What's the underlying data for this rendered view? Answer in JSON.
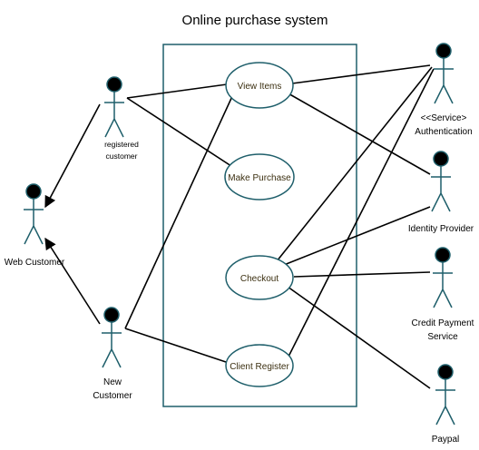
{
  "title": "Online purchase system",
  "colors": {
    "boundary": "#1f5f6b",
    "usecase_stroke": "#1f5f6b",
    "usecase_fill": "#ffffff",
    "usecase_text": "#3b2f10",
    "line": "#000000",
    "actor_head": "#000000",
    "actor_head_stroke": "#1f5f6b",
    "actor_body": "#1f5f6b"
  },
  "use_cases": {
    "view_items": "View Items",
    "make_purchase": "Make Purchase",
    "checkout": "Checkout",
    "client_register": "Client Register"
  },
  "actors": {
    "registered_customer": [
      "registered",
      "customer"
    ],
    "web_customer": [
      "Web Customer"
    ],
    "new_customer": [
      "New",
      "Customer"
    ],
    "authentication": [
      "<<Service>",
      "Authentication"
    ],
    "identity_provider": [
      "Identity Provider"
    ],
    "credit_payment": [
      "Credit Payment",
      "Service"
    ],
    "paypal": [
      "Paypal"
    ]
  }
}
